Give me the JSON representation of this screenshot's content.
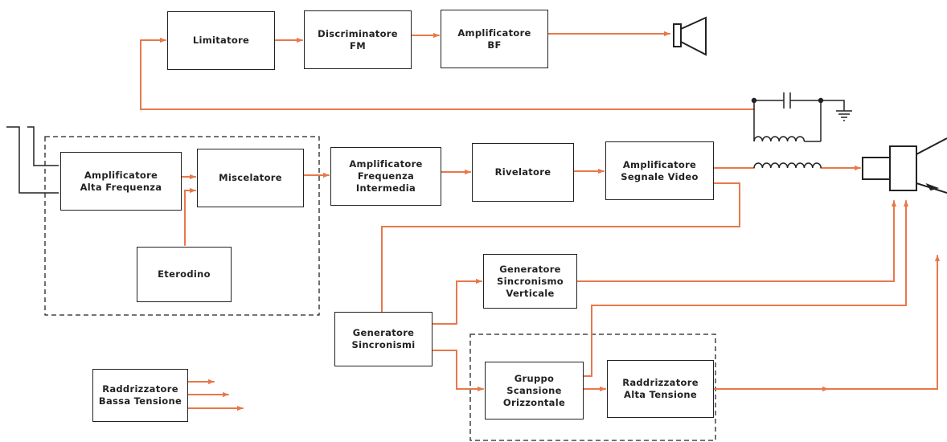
{
  "colors": {
    "signal": "#e8784a",
    "line": "#222222",
    "background": "#ffffff"
  },
  "blocks": {
    "limitatore": [
      "Limitatore"
    ],
    "discriminatore": [
      "Discriminatore",
      "FM"
    ],
    "amp_bf": [
      "Amplificatore",
      "BF"
    ],
    "amp_af": [
      "Amplificatore",
      "Alta Frequenza"
    ],
    "miscelatore": [
      "Miscelatore"
    ],
    "eterodino": [
      "Eterodino"
    ],
    "amp_fi": [
      "Amplificatore",
      "Frequenza",
      "Intermedia"
    ],
    "rivelatore": [
      "Rivelatore"
    ],
    "amp_video": [
      "Amplificatore",
      "Segnale Video"
    ],
    "gen_sinc_vert": [
      "Generatore",
      "Sincronismo",
      "Verticale"
    ],
    "gen_sincronismi": [
      "Generatore",
      "Sincronismi"
    ],
    "gruppo_scansione": [
      "Gruppo",
      "Scansione",
      "Orizzontale"
    ],
    "radd_alta": [
      "Raddrizzatore",
      "Alta Tensione"
    ],
    "radd_bassa": [
      "Raddrizzatore",
      "Bassa Tensione"
    ]
  },
  "icons": [
    "loudspeaker-icon",
    "capacitor-icon",
    "inductor-icon",
    "ground-icon",
    "crt-tube-icon",
    "antenna-icon"
  ]
}
